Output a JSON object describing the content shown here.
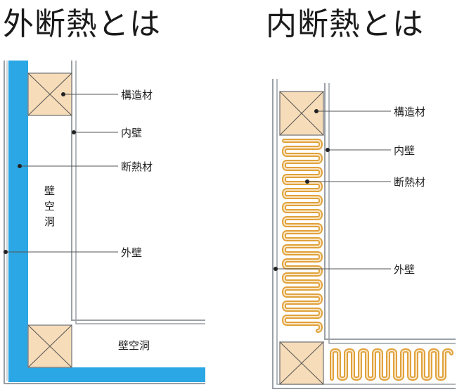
{
  "left_panel": {
    "title": "外断熱とは",
    "labels": {
      "structure": "構造材",
      "inner_wall": "内壁",
      "insulation": "断熱材",
      "cavity_vertical": [
        "壁",
        "空",
        "洞"
      ],
      "outer_wall": "外壁",
      "cavity_bottom": "壁空洞"
    }
  },
  "right_panel": {
    "title": "内断熱とは",
    "labels": {
      "structure": "構造材",
      "inner_wall": "内壁",
      "insulation": "断熱材",
      "outer_wall": "外壁"
    }
  },
  "colors": {
    "outer_insulation": "#2aa7e4",
    "inner_insulation": "#e0a23c",
    "wall_line": "#9aa0a6",
    "timber_fill": "#f6dcb8"
  }
}
